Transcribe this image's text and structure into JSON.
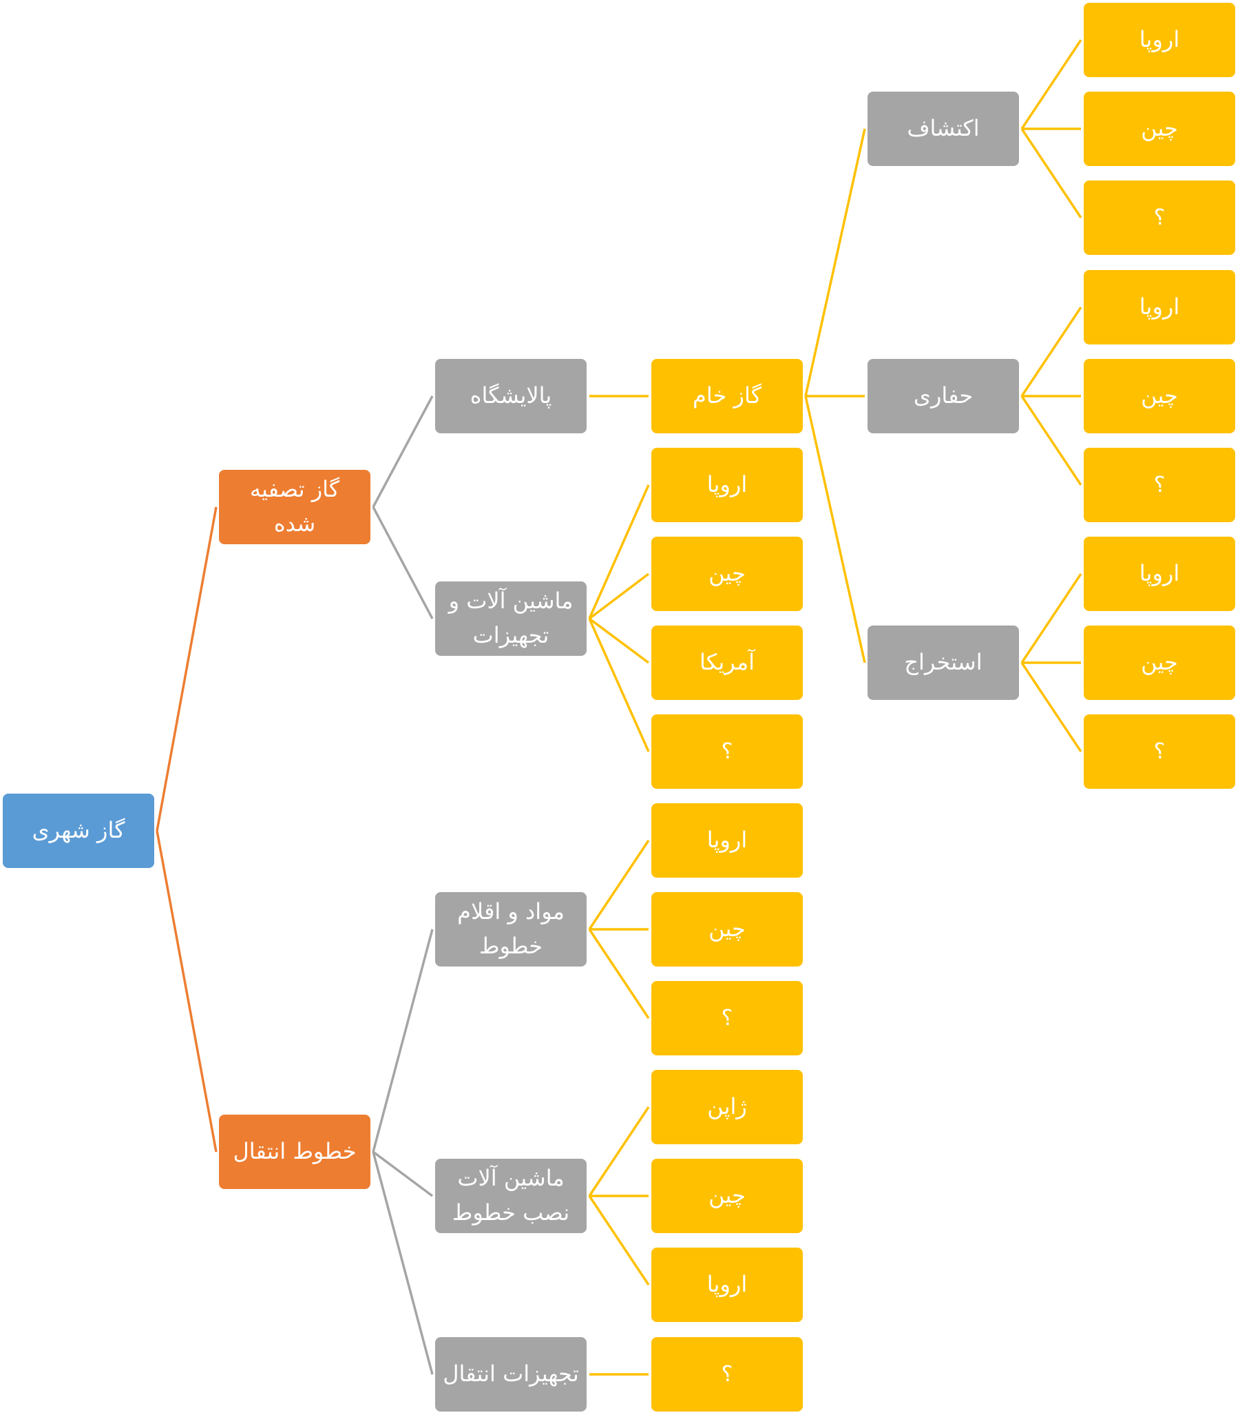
{
  "colors": {
    "root": "#5b9bd5",
    "main": "#ed7d31",
    "category": "#a5a5a5",
    "leaf": "#ffc000",
    "connector_main": "#ed7d31",
    "connector_category": "#a5a5a5",
    "connector_leaf": "#ffc000"
  },
  "tree": {
    "root": "گاز شهری",
    "refined_gas": "گاز تصفیه شده",
    "refinery": "پالایشگاه",
    "raw_gas": "گاز خام",
    "exploration": "اکتشاف",
    "exploration_leaves": [
      "اروپا",
      "چین",
      "؟"
    ],
    "drilling": "حفاری",
    "drilling_leaves": [
      "اروپا",
      "چین",
      "؟"
    ],
    "extraction": "استخراج",
    "extraction_leaves": [
      "اروپا",
      "چین",
      "؟"
    ],
    "machinery_equipment": "ماشین آلات و\nتجهیزات",
    "machinery_equipment_leaves": [
      "اروپا",
      "چین",
      "آمریکا",
      "؟"
    ],
    "transmission_lines": "خطوط انتقال",
    "line_materials": "مواد و اقلام\nخطوط",
    "line_materials_leaves": [
      "اروپا",
      "چین",
      "؟"
    ],
    "line_installation_machinery": "ماشین آلات\nنصب خطوط",
    "line_installation_machinery_leaves": [
      "ژاپن",
      "چین",
      "اروپا"
    ],
    "transmission_equipment": "تجهیزات انتقال",
    "transmission_equipment_leaves": [
      "؟"
    ]
  }
}
